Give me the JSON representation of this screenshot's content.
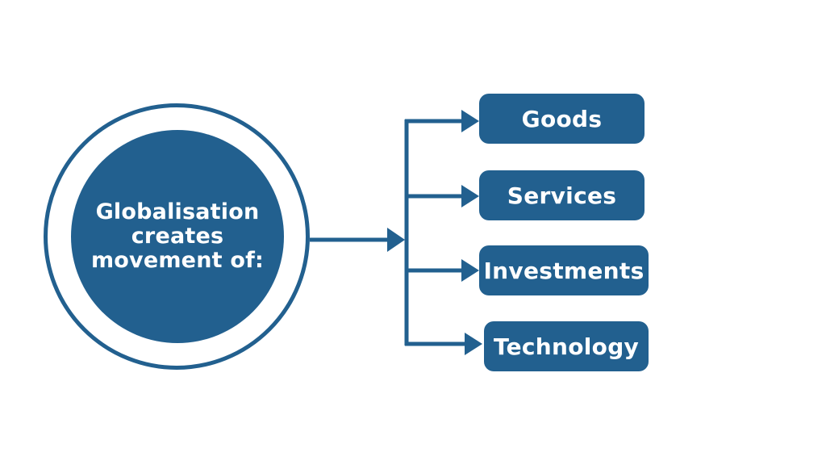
{
  "diagram": {
    "center_label": "Globalisation creates movement of:",
    "items": [
      {
        "id": "goods",
        "label": "Goods"
      },
      {
        "id": "services",
        "label": "Services"
      },
      {
        "id": "investments",
        "label": "Investments"
      },
      {
        "id": "technology",
        "label": "Technology"
      }
    ]
  },
  "colors": {
    "primary": "#22608f",
    "text": "#ffffff",
    "background": "#ffffff"
  }
}
